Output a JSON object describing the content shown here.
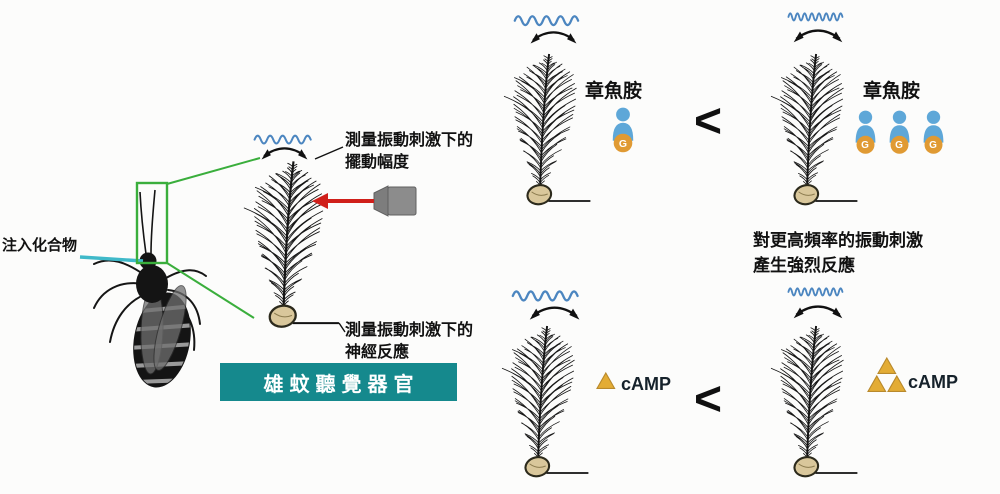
{
  "colors": {
    "background": "#fcfcfb",
    "wave_blue": "#4c86c0",
    "banner_teal": "#15898d",
    "arrow_red": "#d01f1a",
    "molecule_blue": "#5ea7d8",
    "g_circle_orange": "#e09a33",
    "camp_yellow": "#e3ac35",
    "callout_green": "#3aae3c",
    "pipette_cyan": "#3fb9c9",
    "pedicel_tan": "#d9c79b"
  },
  "icons": {
    "wave": "vibration-wave",
    "swing": "swing-double-arrow",
    "camera": "measurement-camera",
    "mosquito": "male-mosquito-silhouette",
    "antenna": "feathery-antenna",
    "molecule": "octopamine-molecule",
    "g_badge": "g-protein-badge",
    "camp_triangle": "camp-triangle"
  },
  "left_section": {
    "inject_label": "注入化合物",
    "amplitude_label": {
      "line1": "測量振動刺激下的",
      "line2": "擺動幅度"
    },
    "neural_label": {
      "line1": "測量振動刺激下的",
      "line2": "神經反應"
    },
    "banner_label": "雄蚊聽覺器官"
  },
  "octopamine_panel": {
    "left_label": "章魚胺",
    "right_label": "章魚胺",
    "comparison_symbol": "<",
    "g_label": "G",
    "note": {
      "line1": "對更高頻率的振動刺激",
      "line2": "產生強烈反應"
    }
  },
  "camp_panel": {
    "left_label": "cAMP",
    "right_label": "cAMP",
    "comparison_symbol": "<"
  }
}
